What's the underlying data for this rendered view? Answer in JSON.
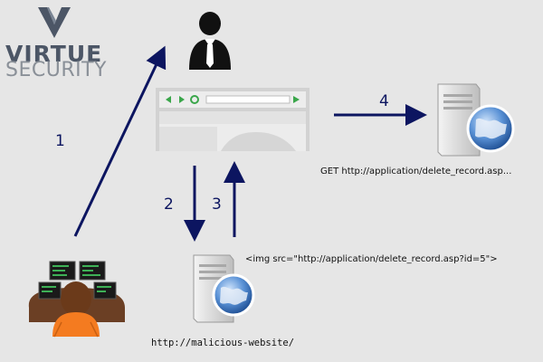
{
  "brand": {
    "name_top": "VIRTUE",
    "name_bottom": "SECURITY"
  },
  "steps": [
    "1",
    "2",
    "3",
    "4"
  ],
  "captions": {
    "img_tag": "<img src=\"http://application/delete_record.asp?id=5\">",
    "get_request": "GET http://application/delete_record.asp...",
    "malicious_site": "http://malicious-website/"
  },
  "colors": {
    "background": "#e6e6e6",
    "arrow": "#0c1560",
    "attacker_shirt": "#f47b20",
    "globe": "#3d78c8"
  }
}
